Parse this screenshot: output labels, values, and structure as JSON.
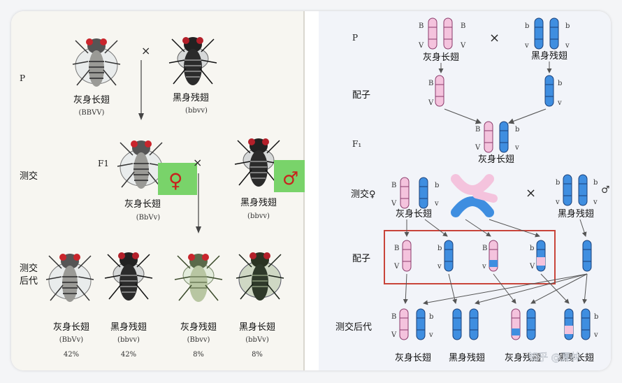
{
  "left": {
    "labels": {
      "p": "P",
      "f1": "F1",
      "testcross": "测交",
      "offspring_line1": "测交",
      "offspring_line2": "后代"
    },
    "cross_sign": "×",
    "parents": [
      {
        "phenotype": "灰身长翅",
        "genotype": "(BBVV)"
      },
      {
        "phenotype": "黑身残翅",
        "genotype": "(bbvv)"
      }
    ],
    "f1_fly": {
      "phenotype": "灰身长翅",
      "genotype": "(BbVv)",
      "sex_symbol": "♀"
    },
    "tester_fly": {
      "phenotype": "黑身残翅",
      "genotype": "(bbvv)",
      "sex_symbol": "♂"
    },
    "offspring": [
      {
        "phenotype": "灰身长翅",
        "genotype": "(BbVv)",
        "percent": "42%"
      },
      {
        "phenotype": "黑身残翅",
        "genotype": "(bbvv)",
        "percent": "42%"
      },
      {
        "phenotype": "灰身残翅",
        "genotype": "(Bbvv)",
        "percent": "8%"
      },
      {
        "phenotype": "黑身长翅",
        "genotype": "(bbVv)",
        "percent": "8%"
      }
    ]
  },
  "right": {
    "labels": {
      "p": "P",
      "gamete1": "配子",
      "f1": "F₁",
      "testcross": "测交♀",
      "gamete2": "配子",
      "offspring": "测交后代"
    },
    "cross_sign": "×",
    "male_symbol": "♂",
    "alleles": {
      "B": "B",
      "b": "b",
      "V": "V",
      "v": "v"
    },
    "phenotypes": {
      "p1": "灰身长翅",
      "p2": "黑身残翅",
      "f1": "灰身长翅",
      "tc_female": "灰身长翅",
      "tc_male": "黑身残翅",
      "off1": "灰身长翅",
      "off2": "黑身残翅",
      "off3": "灰身残翅",
      "off4": "黑身长翅"
    },
    "watermark": "知乎 @夏林",
    "colors": {
      "pink": "#f4c3dd",
      "blue": "#3f8ee0",
      "box": "#c9443a"
    }
  }
}
